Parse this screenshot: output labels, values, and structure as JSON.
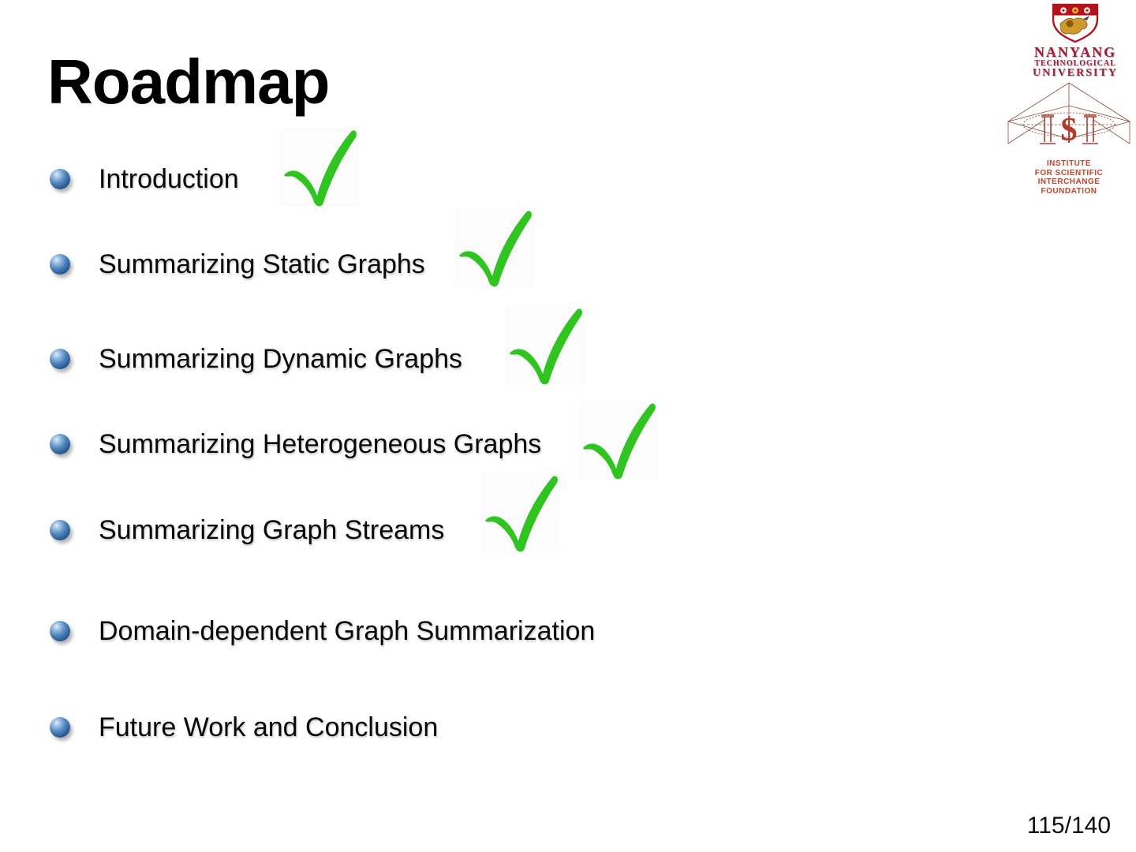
{
  "slide": {
    "title": "Roadmap",
    "page_number": "115/140",
    "items": [
      {
        "label": "Introduction",
        "checked": true
      },
      {
        "label": "Summarizing Static Graphs",
        "checked": true
      },
      {
        "label": "Summarizing Dynamic Graphs",
        "checked": true
      },
      {
        "label": "Summarizing Heterogeneous Graphs",
        "checked": true
      },
      {
        "label": "Summarizing Graph Streams",
        "checked": true
      },
      {
        "label": "Domain-dependent Graph Summarization",
        "checked": false
      },
      {
        "label": "Future Work and Conclusion",
        "checked": false
      }
    ],
    "logos": {
      "ntu": {
        "line1": "NANYANG",
        "line2": "TECHNOLOGICAL",
        "line3": "UNIVERSITY"
      },
      "isi": {
        "line1": "INSTITUTE",
        "line2": "FOR SCIENTIFIC INTERCHANGE",
        "line3": "FOUNDATION"
      }
    },
    "icons": {
      "bullet": "blue-sphere-bullet",
      "check": "green-hand-drawn-checkmark"
    },
    "colors": {
      "check_green": "#2fc41f",
      "bullet_blue": "#2a5d96",
      "ntu_red": "#a51c30",
      "isi_red": "#c0452a",
      "text_black": "#080808",
      "background": "#ffffff"
    }
  }
}
